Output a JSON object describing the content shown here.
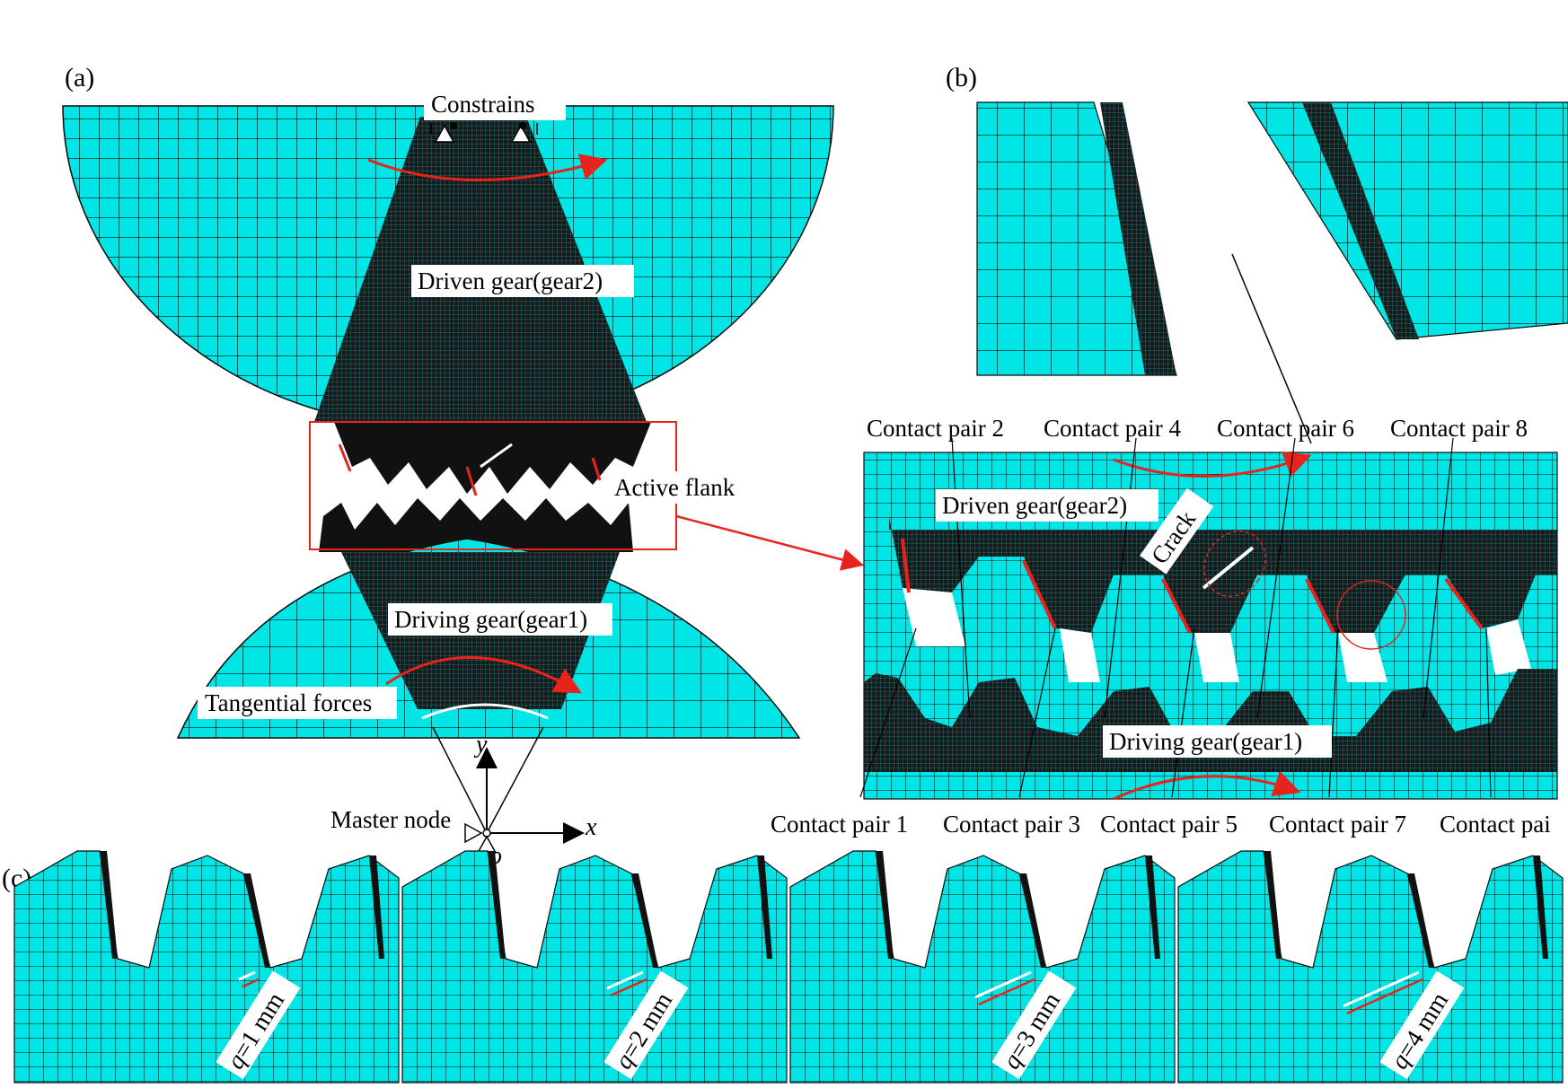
{
  "panels": {
    "a": {
      "letter": "(a)",
      "constrains": "Constrains",
      "driven_gear": "Driven gear(gear2)",
      "active_flank": "Active flank",
      "driving_gear": "Driving gear(gear1)",
      "tangential_forces": "Tangential forces",
      "master_node": "Master node",
      "axis_x": "x",
      "axis_y": "y",
      "origin": "o"
    },
    "b": {
      "letter": "(b)",
      "driven_gear": "Driven gear(gear2)",
      "driving_gear": "Driving gear(gear1)",
      "crack": "Crack",
      "contact_pairs_top": [
        "Contact pair 2",
        "Contact pair 4",
        "Contact pair 6",
        "Contact pair 8"
      ],
      "contact_pairs_bottom": [
        "Contact pair 1",
        "Contact pair 3",
        "Contact pair 5",
        "Contact pair 7",
        "Contact pai"
      ]
    },
    "c": {
      "letter": "(c)",
      "crack_lengths": [
        {
          "var": "q",
          "text": "=1 mm"
        },
        {
          "var": "q",
          "text": "=2 mm"
        },
        {
          "var": "q",
          "text": "=3 mm"
        },
        {
          "var": "q",
          "text": "=4 mm"
        }
      ]
    }
  },
  "colors": {
    "mesh_fill": "#00e5e5",
    "mesh_line": "#0a0a0a",
    "arrow_red": "#e8231c",
    "dense_mesh": "#0d0d0d"
  }
}
